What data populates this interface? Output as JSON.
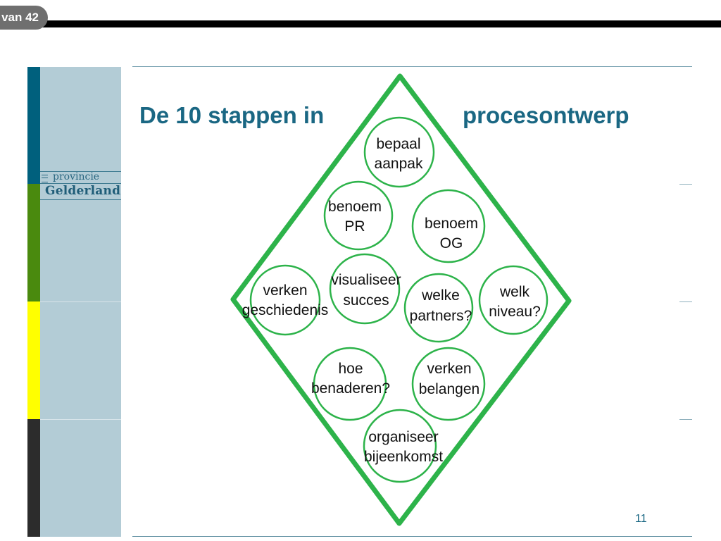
{
  "viewer": {
    "page_indicator": "van 42"
  },
  "logo": {
    "line1": "provincie",
    "line2": "Gelderland"
  },
  "slide": {
    "title_left": "De 10 stappen in",
    "title_right": "procesontwerp",
    "number": "11"
  },
  "colors": {
    "title": "#1a6783",
    "diamond": "#2db34a",
    "circle": "#2db34a",
    "strip": [
      "#00607d",
      "#4a8a0e",
      "#ffff00",
      "#2c2c2c"
    ],
    "panel": "#b3ccd6"
  },
  "steps": [
    {
      "id": "bepaal-aanpak",
      "lines": [
        "bepaal",
        "aanpak"
      ]
    },
    {
      "id": "benoem-pr",
      "lines": [
        "benoem",
        "PR"
      ]
    },
    {
      "id": "benoem-og",
      "lines": [
        "benoem",
        "OG"
      ]
    },
    {
      "id": "verken-geschiedenis",
      "lines": [
        "verken",
        "geschiedenis"
      ]
    },
    {
      "id": "visualiseer-succes",
      "lines": [
        "visualiseer",
        "succes"
      ]
    },
    {
      "id": "welke-partners",
      "lines": [
        "welke",
        "partners?"
      ]
    },
    {
      "id": "welk-niveau",
      "lines": [
        "welk",
        "niveau?"
      ]
    },
    {
      "id": "hoe-benaderen",
      "lines": [
        "hoe",
        "benaderen?"
      ]
    },
    {
      "id": "verken-belangen",
      "lines": [
        "verken",
        "belangen"
      ]
    },
    {
      "id": "organiseer-bijeenkomst",
      "lines": [
        "organiseer",
        "bijeenkomst"
      ]
    }
  ]
}
